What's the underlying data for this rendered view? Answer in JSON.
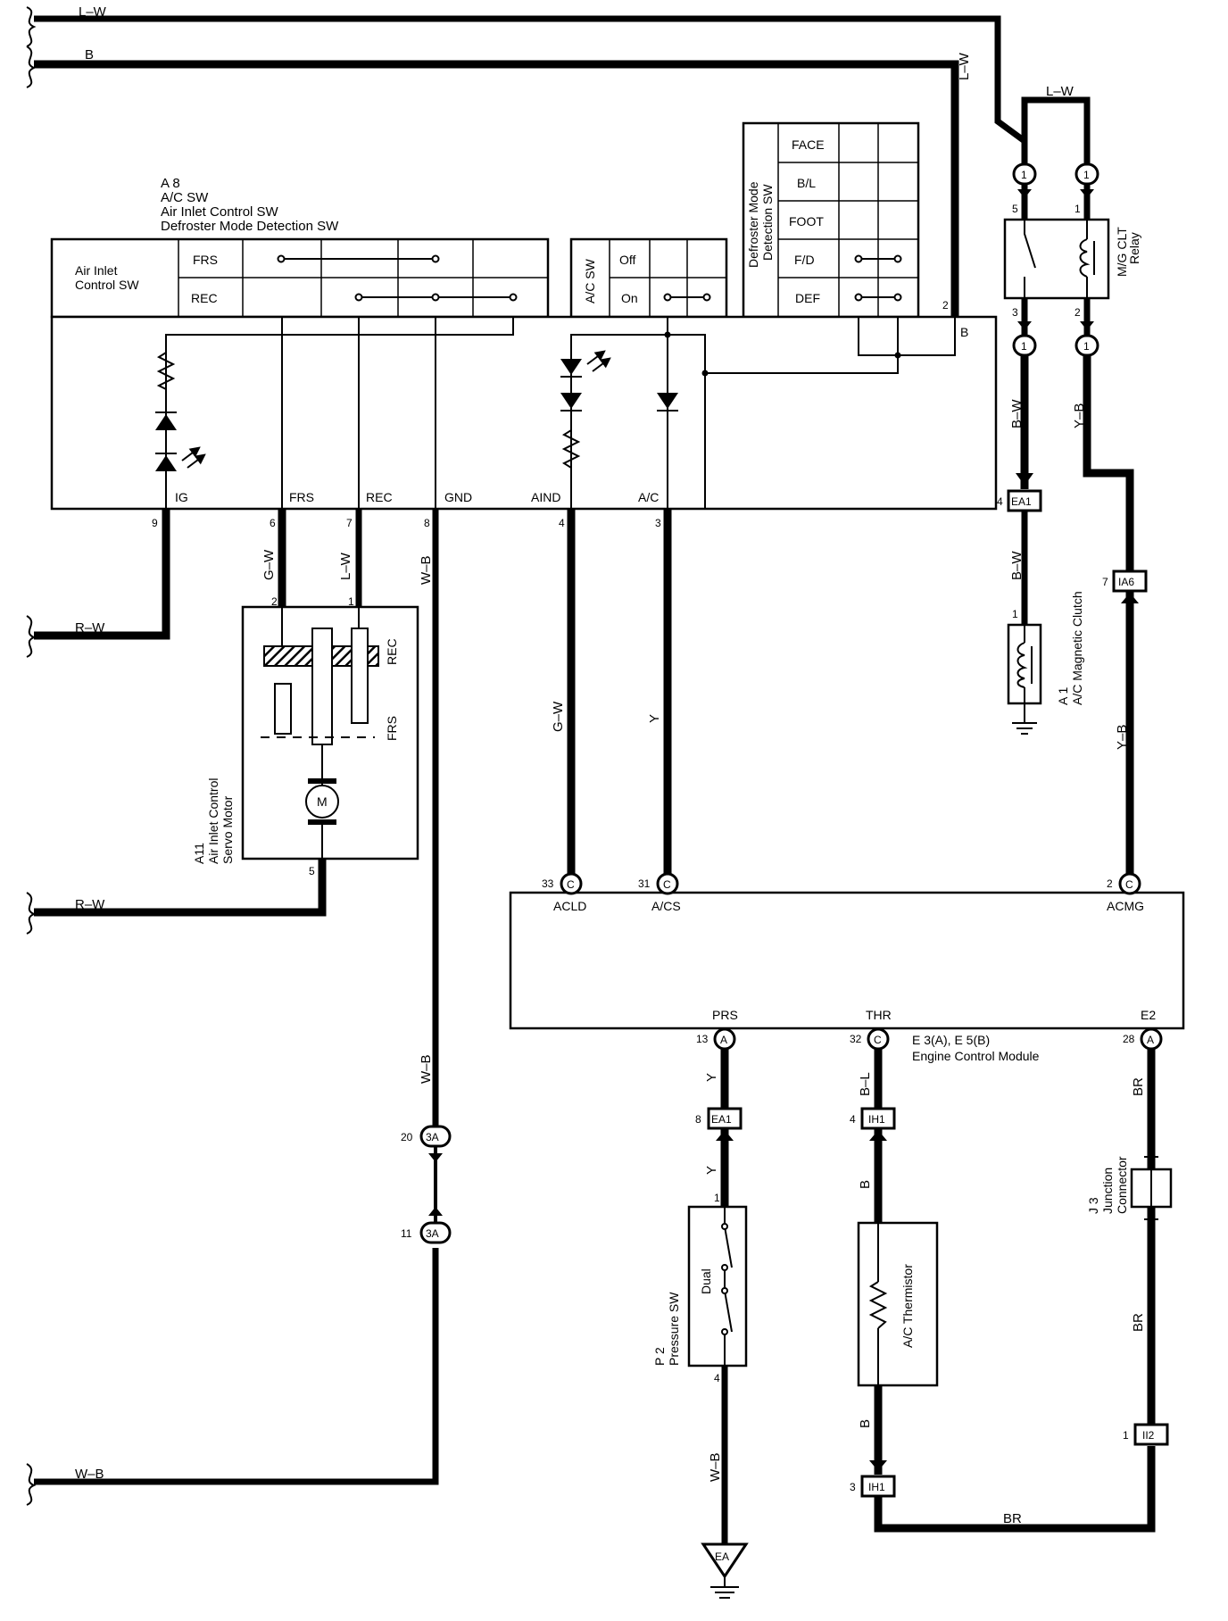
{
  "top_wires": {
    "lw": "L–W",
    "b": "B"
  },
  "switch": {
    "id": "A 8",
    "name1": "A/C SW",
    "name2": "Air Inlet Control SW",
    "name3": "Defroster Mode Detection SW",
    "air_inlet_label_1": "Air Inlet",
    "air_inlet_label_2": "Control SW",
    "row_frs": "FRS",
    "row_rec": "REC",
    "ac_sw": "A/C SW",
    "off": "Off",
    "on": "On",
    "defroster_label_1": "Defroster Mode",
    "defroster_label_2": "Detection SW",
    "modes": [
      "FACE",
      "B/L",
      "FOOT",
      "F/D",
      "DEF"
    ],
    "terminal_b": "B",
    "terminal_2": "2",
    "pins": {
      "ig": "IG",
      "frs": "FRS",
      "rec": "REC",
      "gnd": "GND",
      "aind": "AIND",
      "ac": "A/C",
      "n9": "9",
      "n6": "6",
      "n7": "7",
      "n8": "8",
      "n4": "4",
      "n3": "3"
    }
  },
  "wire_colors": {
    "rw": "R–W",
    "gw": "G–W",
    "lw": "L–W",
    "wb": "W–B",
    "y": "Y",
    "bw": "B–W",
    "yb": "Y–B",
    "bl": "B–L",
    "b": "B",
    "br": "BR"
  },
  "servo": {
    "id": "A11",
    "name1": "Air Inlet Control",
    "name2": "Servo Motor",
    "rec": "REC",
    "frs": "FRS",
    "motor": "M",
    "pin2": "2",
    "pin1": "1",
    "pin5": "5"
  },
  "relay": {
    "name1": "M/G CLT",
    "name2": "Relay",
    "p5": "5",
    "p1": "1",
    "p3": "3",
    "p2": "2",
    "conn": "1",
    "lw": "L–W"
  },
  "clutch": {
    "id": "A 1",
    "name": "A/C Magnetic Clutch",
    "pin": "1"
  },
  "connectors": {
    "ea1": "EA1",
    "ia6": "IA6",
    "ih1": "IH1",
    "ii2": "II2",
    "c3a": "3A",
    "ea1_pin_top": "4",
    "ia6_pin": "7",
    "ea1_pin_mid": "8",
    "ih1_pin_top": "4",
    "ih1_pin_bot": "3",
    "ii2_pin": "1",
    "c3a_pin_top": "20",
    "c3a_pin_bot": "11",
    "ea": "EA"
  },
  "ecm": {
    "id": "E 3(A), E 5(B)",
    "name": "Engine Control Module",
    "acld": "ACLD",
    "acs": "A/CS",
    "acmg": "ACMG",
    "prs": "PRS",
    "thr": "THR",
    "e2": "E2",
    "p33": "33",
    "p31": "31",
    "p2": "2",
    "p13": "13",
    "p32": "32",
    "p28": "28",
    "c": "C",
    "a": "A"
  },
  "pressure_sw": {
    "id": "P 2",
    "name": "Pressure SW",
    "dual": "Dual",
    "p1": "1",
    "p4": "4"
  },
  "thermistor": {
    "name": "A/C Thermistor"
  },
  "junction": {
    "id": "J 3",
    "name1": "Junction",
    "name2": "Connector"
  }
}
